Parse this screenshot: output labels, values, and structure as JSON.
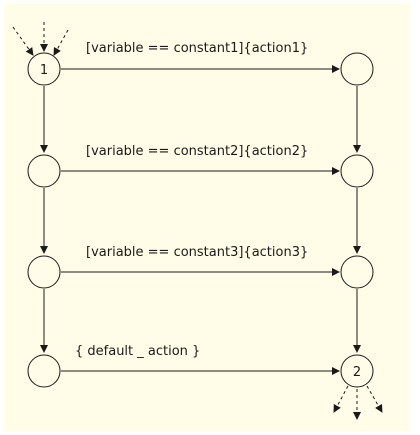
{
  "diagram": {
    "colors": {
      "background": "#fffde8",
      "stroke": "#1a1a1a",
      "node_fill": "#fffde8"
    },
    "nodes": {
      "start": {
        "label": "1"
      },
      "right_1": {
        "label": ""
      },
      "left_2": {
        "label": ""
      },
      "right_2": {
        "label": ""
      },
      "left_3": {
        "label": ""
      },
      "right_3": {
        "label": ""
      },
      "left_4": {
        "label": ""
      },
      "end": {
        "label": "2"
      }
    },
    "edges": {
      "case_1": "[variable == constant1]{action1}",
      "case_2": "[variable == constant2]{action2}",
      "case_3": "[variable == constant3]{action3}",
      "default": "{ default _ action }"
    }
  }
}
